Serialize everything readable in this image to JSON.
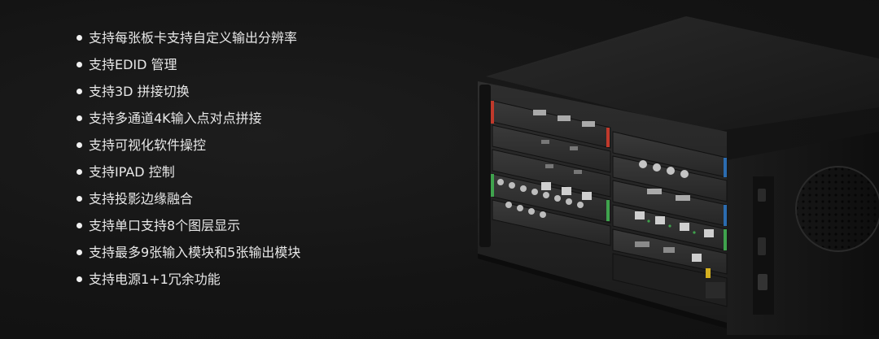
{
  "features": {
    "items": [
      {
        "label": "支持每张板卡支持自定义输出分辨率"
      },
      {
        "label": "支持EDID 管理"
      },
      {
        "label": "支持3D 拼接切换"
      },
      {
        "label": "支持多通道4K输入点对点拼接"
      },
      {
        "label": "支持可视化软件操控"
      },
      {
        "label": "支持IPAD 控制"
      },
      {
        "label": "支持投影边缘融合"
      },
      {
        "label": "支持单口支持8个图层显示"
      },
      {
        "label": "支持最多9张输入模块和5张输出模块"
      },
      {
        "label": "支持电源1+1冗余功能"
      }
    ]
  },
  "product_image": {
    "icon": "video-processor-chassis-illustration",
    "colors": {
      "chassis": "#1a1a1a",
      "panel": "#2b2b2b",
      "accent_green": "#3fa34d",
      "accent_red": "#c0392b",
      "accent_blue": "#2b6cb0",
      "accent_yellow": "#d4b020"
    }
  }
}
